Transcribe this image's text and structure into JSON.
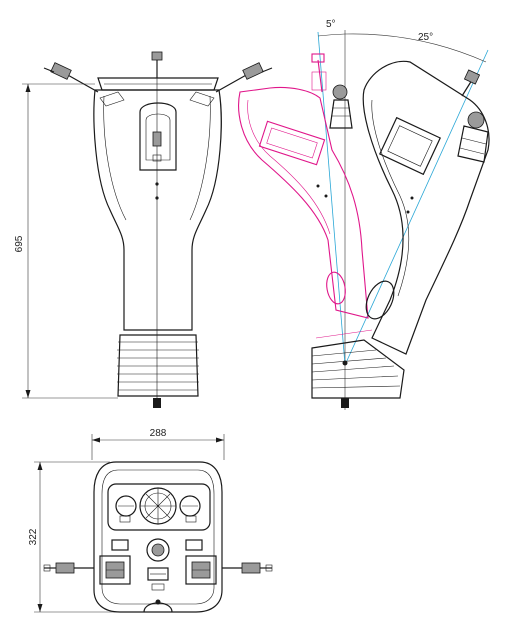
{
  "dimensions": {
    "height_front": "695",
    "angle_small": "5°",
    "angle_large": "25°",
    "width_bottom": "288",
    "depth_bottom": "322"
  },
  "colors": {
    "outline": "#1a1a1a",
    "tilted_side_view": "#e0168a",
    "axis_lines": "#2aa7d6"
  }
}
